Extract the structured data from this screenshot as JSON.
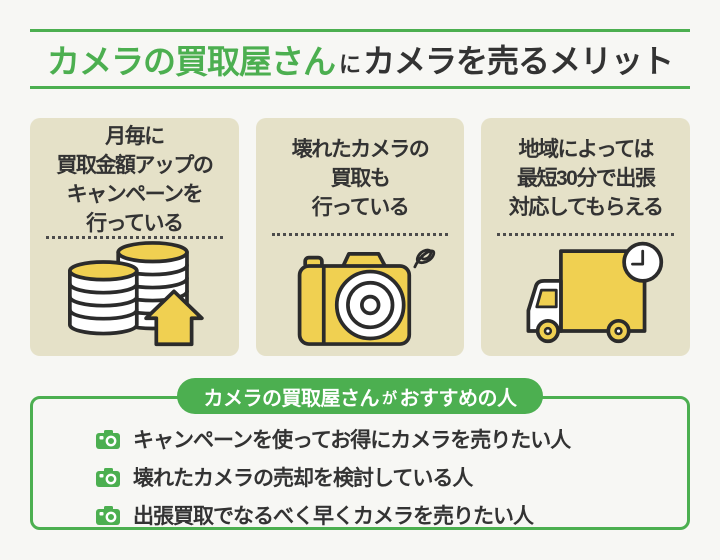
{
  "header": {
    "title_highlight": "カメラの買取屋さん",
    "title_connector": "に",
    "title_rest": "カメラを売るメリット"
  },
  "cards": [
    {
      "text": "月毎に\n買取金額アップの\nキャンペーンを\n行っている",
      "icon": "coin-stacks-up-arrow-icon"
    },
    {
      "text": "壊れたカメラの\n買取も\n行っている",
      "icon": "broken-camera-icon"
    },
    {
      "text": "地域によっては\n最短30分で出張\n対応してもらえる",
      "icon": "delivery-truck-clock-icon"
    }
  ],
  "recommend": {
    "badge_prefix": "カメラの買取屋さん",
    "badge_connector": "が",
    "badge_rest": "おすすめの人",
    "items": [
      {
        "text": "キャンペーンを使ってお得にカメラを売りたい人"
      },
      {
        "text": "壊れたカメラの売却を検討している人"
      },
      {
        "text": "出張買取でなるべく早くカメラを売りたい人"
      }
    ]
  },
  "colors": {
    "green": "#4caf50",
    "yellow": "#f0d051",
    "card_bg": "#e5e1c8",
    "text": "#333333",
    "outline": "#2b2b2b",
    "page_bg": "#f7f7f4"
  }
}
